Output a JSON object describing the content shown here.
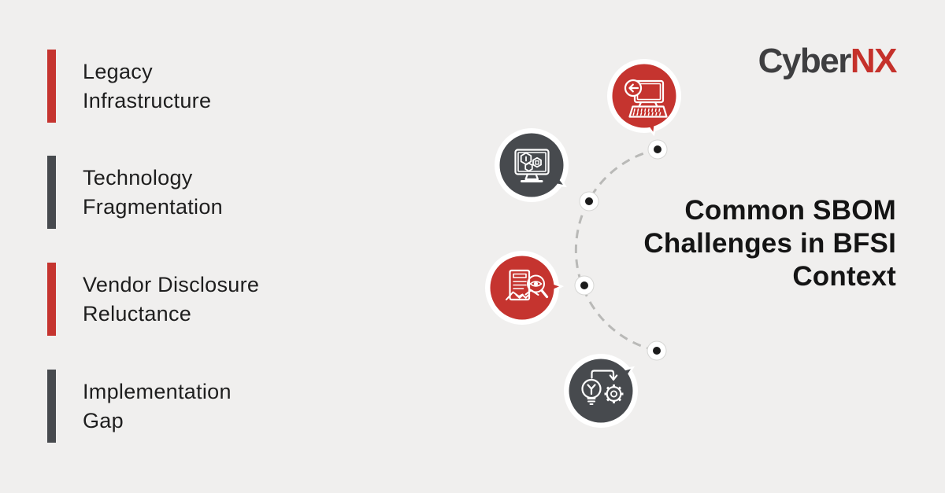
{
  "colors": {
    "background": "#f0efee",
    "red": "#c5342f",
    "dark_gray": "#474a4e",
    "text_dark": "#1e1e1e",
    "title": "#141414",
    "arc": "#b9b9b7",
    "logo_dark": "#3e3e40",
    "logo_red": "#c5312b",
    "node_border": "#d6d6d4",
    "node_center": "#1b1b1b"
  },
  "logo": {
    "text_dark": "Cyber",
    "text_red": "NX"
  },
  "title": {
    "lines": [
      "Common SBOM",
      "Challenges in BFSI",
      "Context"
    ]
  },
  "challenges": {
    "items": [
      {
        "line1": "Legacy",
        "line2": "Infrastructure",
        "accent": "red"
      },
      {
        "line1": "Technology",
        "line2": "Fragmentation",
        "accent": "gray"
      },
      {
        "line1": "Vendor Disclosure",
        "line2": "Reluctance",
        "accent": "red"
      },
      {
        "line1": "Implementation",
        "line2": "Gap",
        "accent": "gray"
      }
    ]
  },
  "diagram": {
    "bubbles": [
      {
        "icon": "legacy-computer-icon",
        "color": "red"
      },
      {
        "icon": "technology-monitor-hexagons-icon",
        "color": "gray"
      },
      {
        "icon": "vendor-document-magnifier-handshake-icon",
        "color": "red"
      },
      {
        "icon": "implementation-bulb-gear-icon",
        "color": "gray"
      }
    ]
  }
}
